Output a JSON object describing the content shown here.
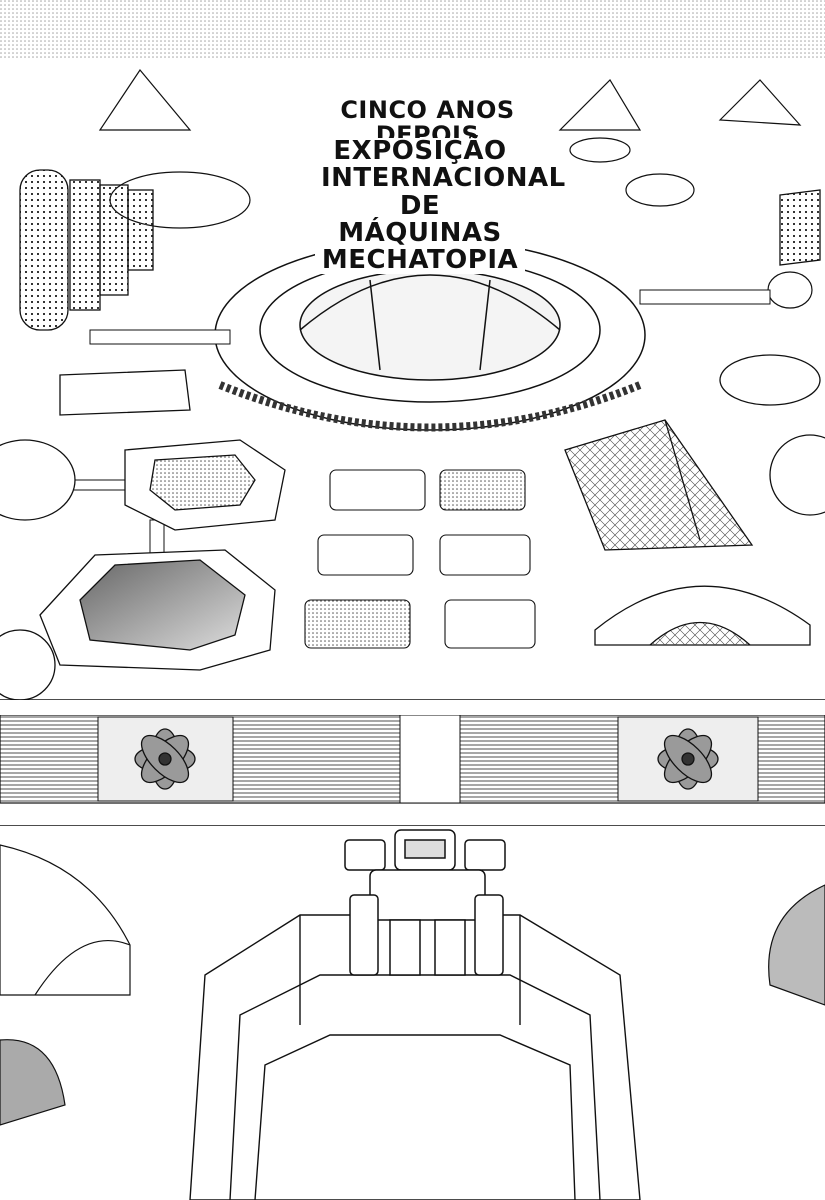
{
  "panel_top": {
    "time_caption": "CINCO ANOS DEPOIS",
    "event_caption_lines": [
      "EXPOSIÇÃO",
      "INTERNACIONAL",
      "DE MÁQUINAS",
      "MECHATOPIA"
    ]
  },
  "colors": {
    "ink": "#111111",
    "paper": "#ffffff",
    "tone": "#8a8a8a",
    "light_tone": "#cfcfcf"
  }
}
